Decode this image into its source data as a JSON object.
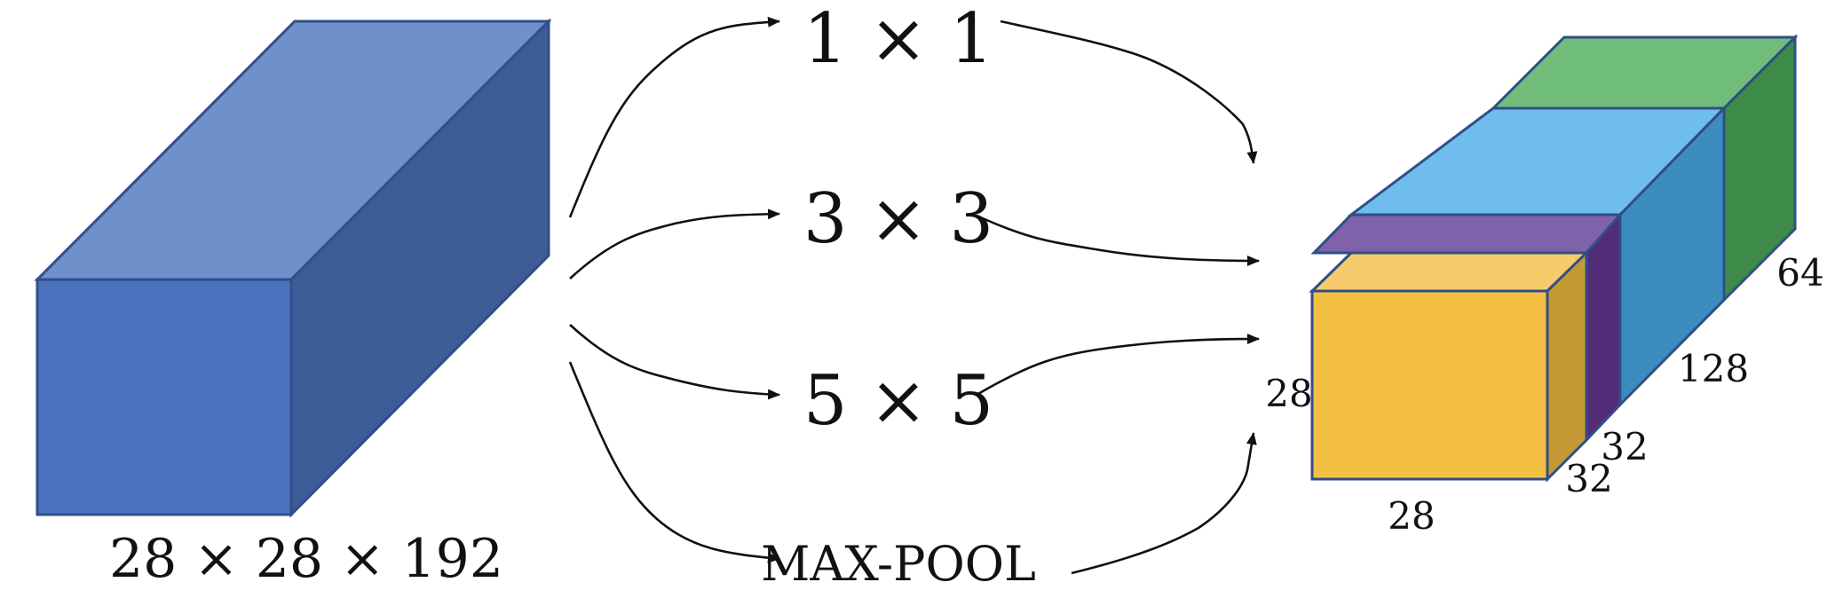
{
  "input_volume": {
    "caption": "28 × 28 × 192",
    "colors": {
      "front": "#4a72bd",
      "top": "#718fcb",
      "side": "#3e5c97"
    }
  },
  "operations": [
    {
      "label": "1 × 1"
    },
    {
      "label": "3 × 3"
    },
    {
      "label": "5 × 5"
    },
    {
      "label": "MAX-POOL"
    }
  ],
  "output_volume": {
    "height_label": "28",
    "width_label": "28",
    "depth_labels": [
      "32",
      "32",
      "128",
      "64"
    ],
    "colors": {
      "yellow": {
        "front": "#f4c043",
        "top": "#f6cb6c",
        "side": "#c49a35"
      },
      "purple": {
        "top": "#8062ab",
        "side": "#532c78"
      },
      "blue": {
        "top": "#6ebded",
        "side": "#3c8cbf"
      },
      "green": {
        "top": "#70bc7a",
        "side": "#3e8a48"
      }
    }
  }
}
